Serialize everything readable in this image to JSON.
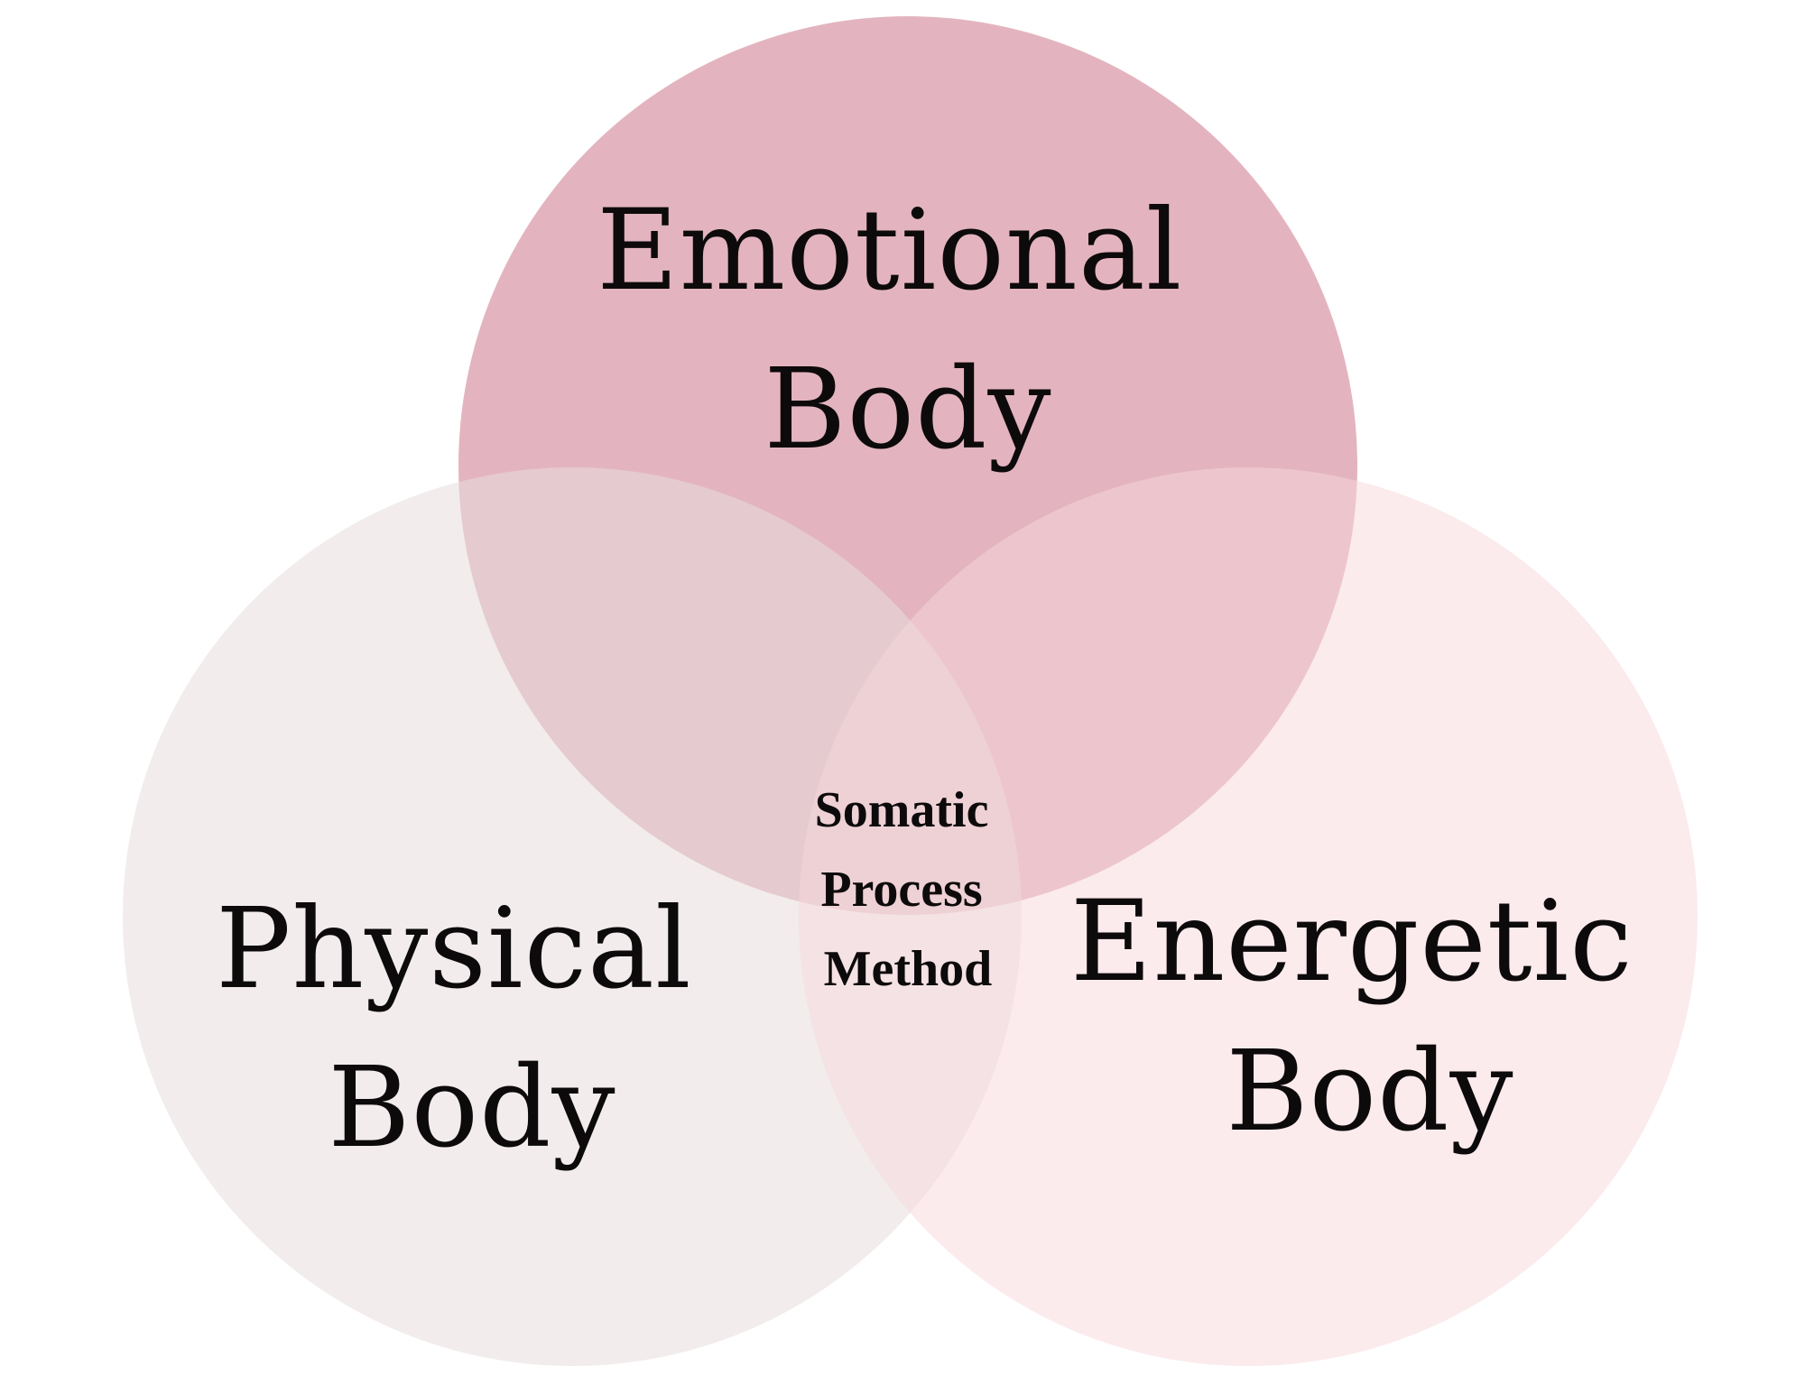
{
  "diagram": {
    "type": "venn",
    "sets": [
      {
        "key": "emotional",
        "lines": [
          "Emotional",
          "Body"
        ],
        "color": "#dea7b4",
        "opacity": 0.85
      },
      {
        "key": "physical",
        "lines": [
          "Physical",
          "Body"
        ],
        "color": "#e8dcdc",
        "opacity": 0.55
      },
      {
        "key": "energetic",
        "lines": [
          "Energetic",
          "Body"
        ],
        "color": "#f8d8dc",
        "opacity": 0.5
      }
    ],
    "center": {
      "lines": [
        "Somatic",
        "Process",
        "Method"
      ]
    }
  }
}
